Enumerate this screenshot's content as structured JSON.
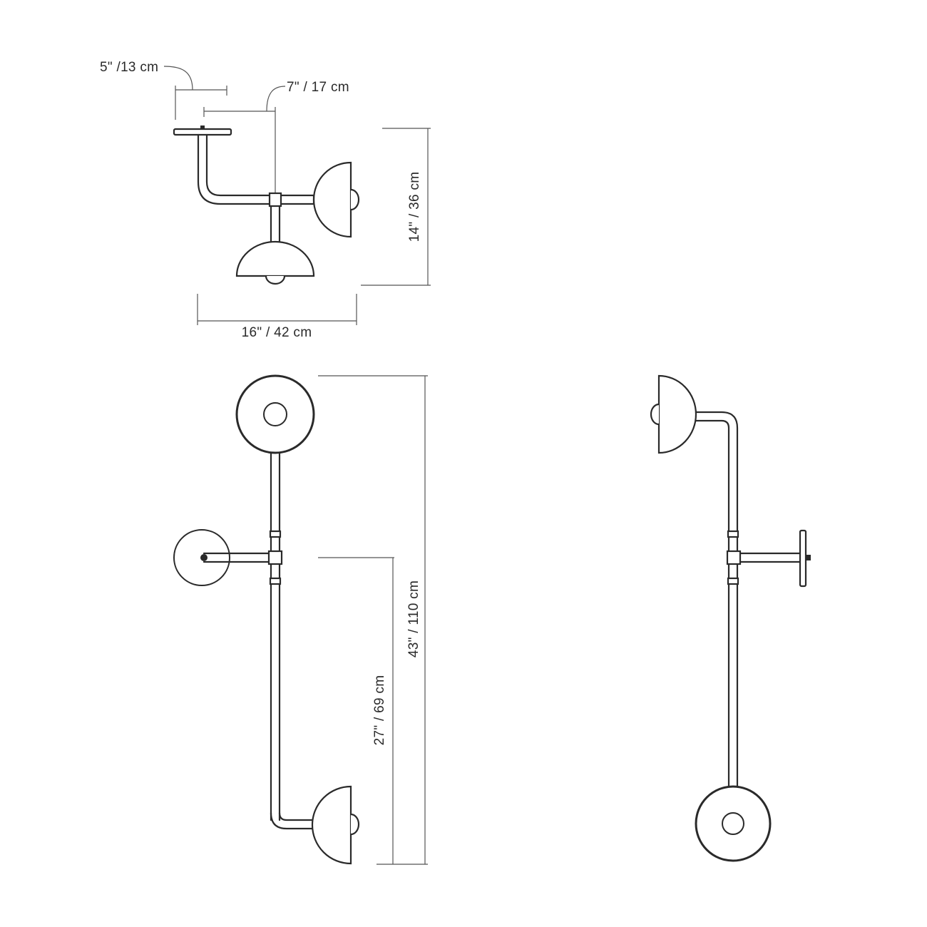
{
  "dimensions": {
    "canopy_offset": "5\" /13 cm",
    "arm_offset": "7\" / 17 cm",
    "side_height": "14\" / 36 cm",
    "width": "16\" / 42 cm",
    "overall_height": "43\" / 110 cm",
    "mount_height": "27\" / 69 cm"
  },
  "colors": {
    "line": "#2a2a2a",
    "dim": "#555555",
    "background": "#ffffff"
  }
}
